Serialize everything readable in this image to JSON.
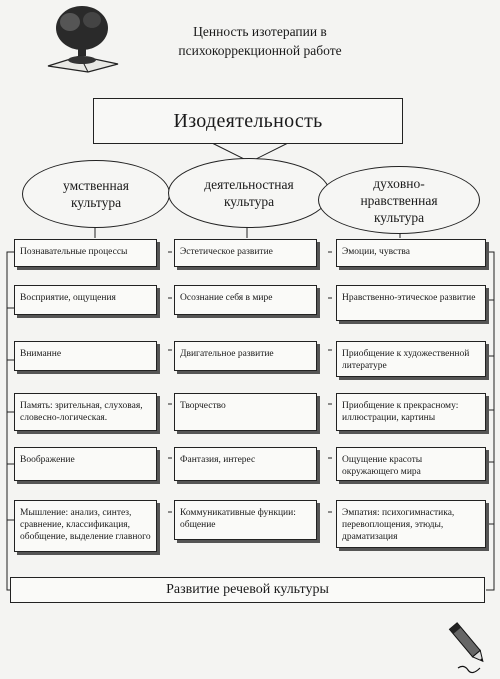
{
  "header": {
    "title": "Ценность изотерапии в психокоррекционной работе"
  },
  "main": {
    "label": "Изодеятельность"
  },
  "cultures": [
    {
      "label": "умственная культура"
    },
    {
      "label": "деятельностная культура"
    },
    {
      "label": "духовно-нравственная культура"
    }
  ],
  "columns": [
    {
      "items": [
        "Познавательные процессы",
        "Восприятие, ощущения",
        "Вниманне",
        "Память: зрительная, слуховая, словесно-логическая.",
        "Воображение",
        "Мышление: анализ, синтез, сравнение, классификация, обобщение, выделение главного"
      ]
    },
    {
      "items": [
        "Эстетическое развитие",
        "Осознание себя в мире",
        "Двигательное развитие",
        "Творчество",
        "Фантазия, интерес",
        "Коммуникативные функции: общение"
      ]
    },
    {
      "items": [
        "Эмоции, чувства",
        "Нравственно-этическое развитие",
        "Приобщение к художественной литературе",
        "Приобщение к прекрасному: иллюстрации, картины",
        "Ощущение красоты окружающего мира",
        "Эмпатия: психогимнастика, перевоплощения, этюды, драматизация"
      ]
    }
  ],
  "footer": {
    "label": "Развитие речевой культуры"
  },
  "icons": {
    "logo": "tree-book-icon",
    "pencil": "pencil-icon"
  }
}
